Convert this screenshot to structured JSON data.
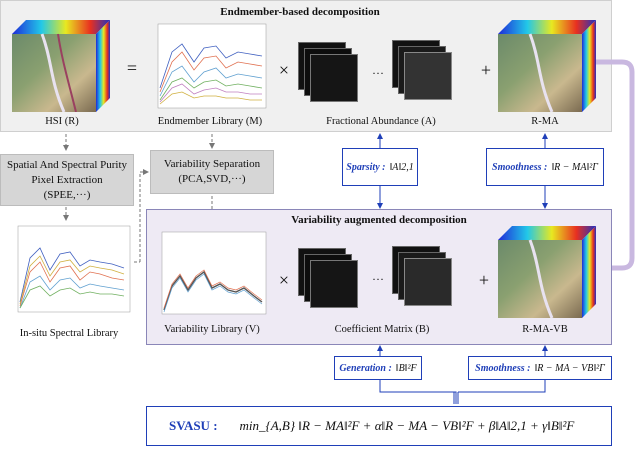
{
  "top_panel": {
    "title": "Endmember-based decomposition",
    "hsi_label": "HSI (R)",
    "equals": "=",
    "endmember_label": "Endmember Library (M)",
    "times": "×",
    "dots": "···",
    "abundance_label": "Fractional Abundance  (A)",
    "plus": "+",
    "rma_label": "R-MA"
  },
  "speed_box": {
    "line1": "Spatial And Spectral Purity",
    "line2": "Pixel Extraction",
    "line3": "(SPEE,···)"
  },
  "variability_sep_box": {
    "line1": "Variability Separation",
    "line2": "(PCA,SVD,···)"
  },
  "insitu_label": "In-situ Spectral Library",
  "constraints": {
    "sparsity_key": "Sparsity :",
    "sparsity_expr": "‖A‖2,1",
    "smoothness_key": "Smoothness :",
    "smoothness_expr": "‖R − MA‖²Γ",
    "generation_key": "Generation :",
    "generation_expr": "‖B‖²F",
    "smoothness2_key": "Smoothness :",
    "smoothness2_expr": "‖R − MA − VB‖²Γ"
  },
  "mid_panel": {
    "title": "Variability augmented decomposition",
    "variability_label": "Variability Library (V)",
    "times": "×",
    "dots": "···",
    "coef_label": "Coefficient Matrix (B)",
    "plus": "+",
    "rmavb_label": "R-MA-VB"
  },
  "svasu": {
    "key": "SVASU :",
    "equation": "min_{A,B} ‖R − MA‖²F + α‖R − MA − VB‖²F + β‖A‖2,1 + γ‖B‖²F"
  },
  "colors": {
    "accent_blue": "#1f3fb8",
    "panel_grey": "#f0f0f0",
    "panel_purple": "#eeeaf4",
    "feedback_arrow": "#c9b8e0"
  }
}
